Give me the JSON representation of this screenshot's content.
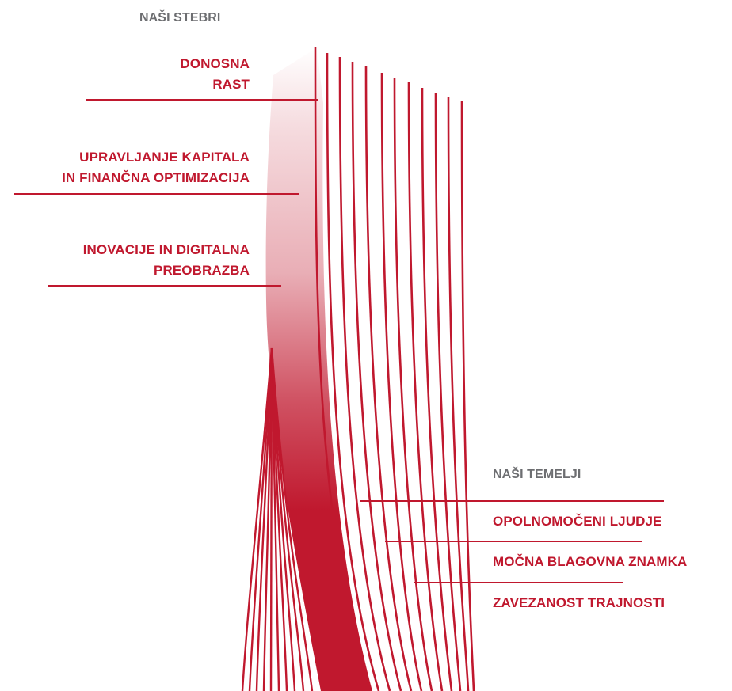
{
  "colors": {
    "accent": "#c0182e",
    "heading": "#6d6e71",
    "background": "#ffffff"
  },
  "pillars": {
    "heading": "NAŠI STEBRI",
    "items": [
      {
        "line1": "DONOSNA",
        "line2": "RAST"
      },
      {
        "line1": "UPRAVLJANJE KAPITALA",
        "line2": "IN FINANČNA OPTIMIZACIJA"
      },
      {
        "line1": "INOVACIJE IN DIGITALNA",
        "line2": "PREOBRAZBA"
      }
    ]
  },
  "foundations": {
    "heading": "NAŠI TEMELJI",
    "items": [
      {
        "label": "OPOLNOMOČENI LJUDJE"
      },
      {
        "label": "MOČNA BLAGOVNA ZNAMKA"
      },
      {
        "label": "ZAVEZANOST TRAJNOSTI"
      }
    ]
  }
}
